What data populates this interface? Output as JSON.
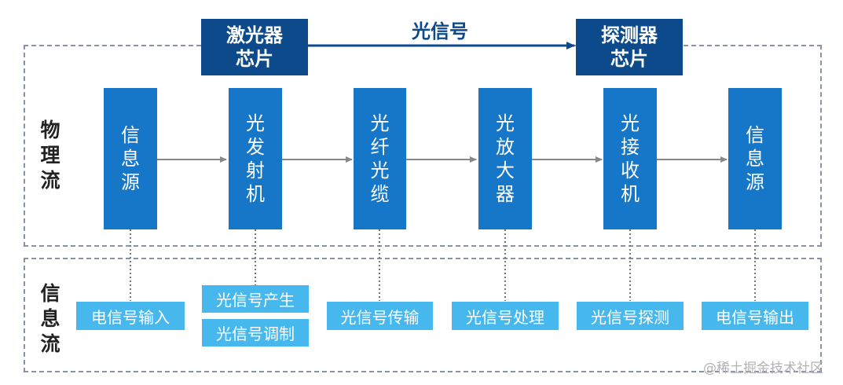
{
  "chips": {
    "laser": "激光器芯片",
    "detector": "探测器芯片"
  },
  "signal_label": "光信号",
  "side_labels": {
    "physical": "物理流",
    "info": "信息流"
  },
  "blocks": [
    "信息源",
    "光发射机",
    "光纤光缆",
    "光放大器",
    "光接收机",
    "信息源"
  ],
  "info_boxes": [
    "电信号输入",
    "光信号产生",
    "光信号调制",
    "光信号传输",
    "光信号处理",
    "光信号探测",
    "电信号输出"
  ],
  "watermark": "@稀土掘金技术社区",
  "colors": {
    "chip": "#0d4a8c",
    "block": "#1677c8",
    "info_box": "#46b8ee",
    "arrow": "#888888",
    "dashed_border": "#8a93a6"
  }
}
